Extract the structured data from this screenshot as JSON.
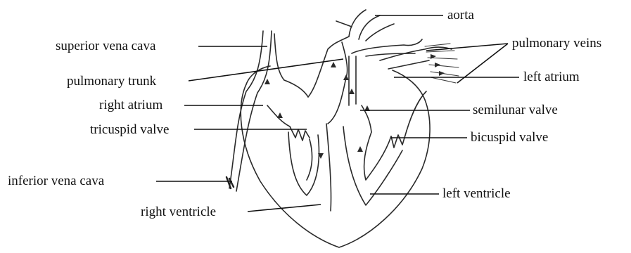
{
  "labels": {
    "aorta": "aorta",
    "superior_vena_cava": "superior vena cava",
    "pulmonary_veins": "pulmonary veins",
    "pulmonary_trunk": "pulmonary trunk",
    "left_atrium": "left atrium",
    "right_atrium": "right atrium",
    "semilunar_valve": "semilunar valve",
    "tricuspid_valve": "tricuspid valve",
    "bicuspid_valve": "bicuspid valve",
    "inferior_vena_cava": "inferior vena cava",
    "left_ventricle": "left ventricle",
    "right_ventricle": "right ventricle"
  },
  "colors": {
    "line": "#2a2a2a",
    "text": "#111111",
    "background": "#ffffff"
  }
}
